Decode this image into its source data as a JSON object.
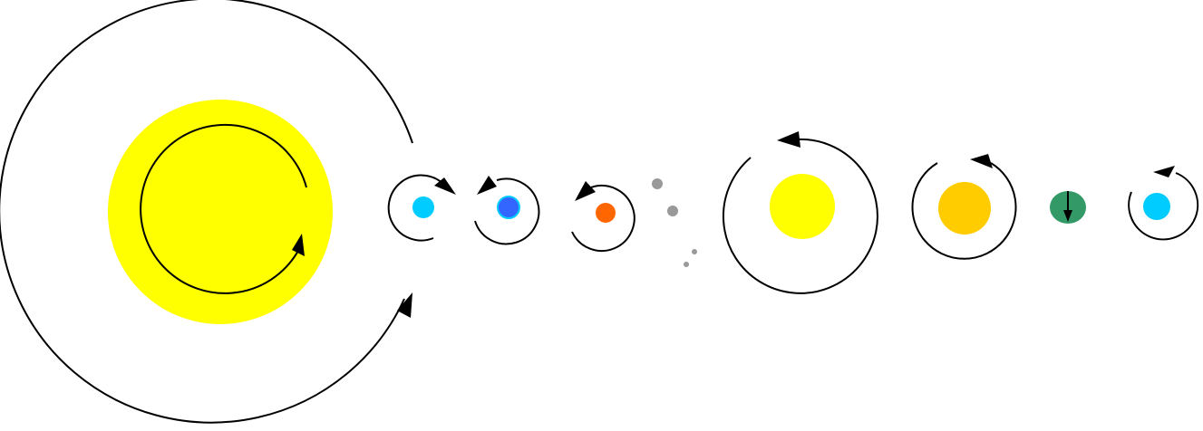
{
  "diagram": {
    "background": "#ffffff",
    "stroke_color": "#000000",
    "sun": {
      "name": "sun",
      "color": "#ffff00"
    },
    "bodies": [
      {
        "name": "mercury",
        "color": "#00ccff"
      },
      {
        "name": "venus",
        "color": "#3366ff",
        "outline": "#00ccff"
      },
      {
        "name": "mars",
        "color": "#ff6600"
      },
      {
        "name": "jupiter",
        "color": "#ffff00"
      },
      {
        "name": "saturn",
        "color": "#ffcc00"
      },
      {
        "name": "uranus",
        "color": "#339966"
      },
      {
        "name": "neptune",
        "color": "#00ccff"
      }
    ],
    "asteroids": {
      "name": "asteroid-belt",
      "color": "#999999",
      "count": 4
    }
  }
}
